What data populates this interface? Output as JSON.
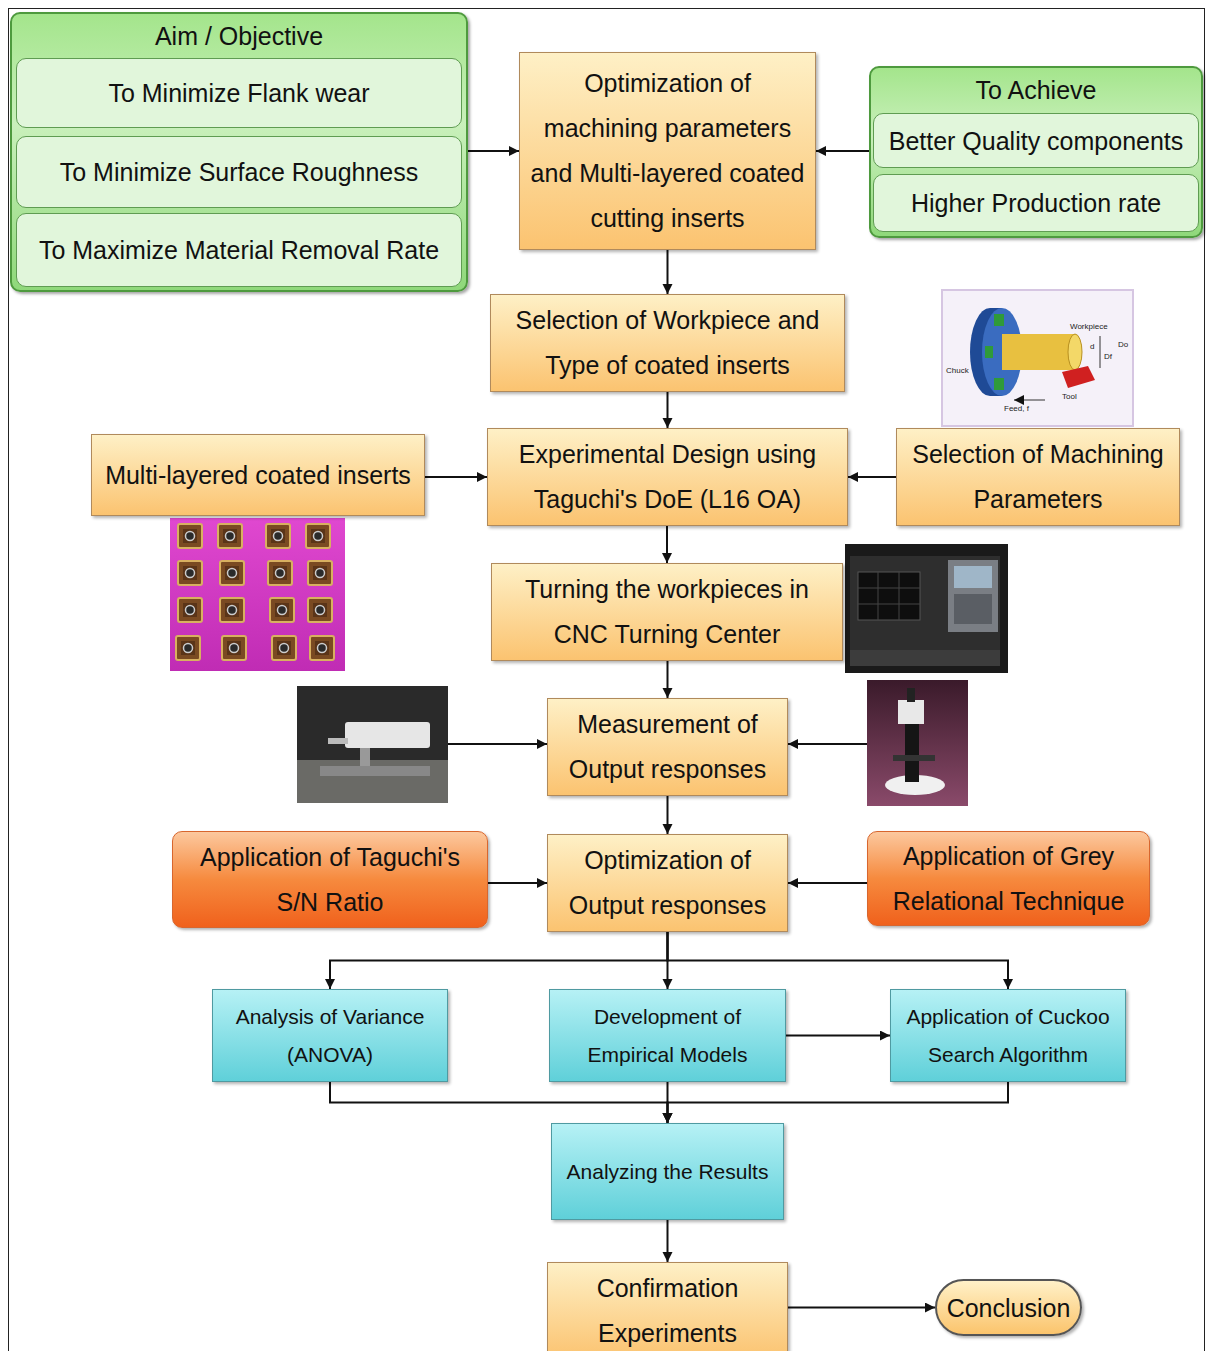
{
  "diagram": {
    "nodes": [
      {
        "text": [
          "Aim / Objective"
        ]
      },
      {
        "text": [
          "To Minimize Flank wear"
        ],
        "in": 0
      },
      {
        "text": [
          "To Minimize Surface Roughness"
        ],
        "in": 0
      },
      {
        "text": [
          "To Maximize Material Removal Rate"
        ],
        "in": 0
      },
      {
        "text": [
          "Optimization of machining parameters and Multi-layered coated cutting inserts"
        ]
      },
      {
        "text": [
          "To Achieve"
        ]
      },
      {
        "text": [
          "Better Quality components"
        ],
        "in": 5
      },
      {
        "text": [
          "Higher Production rate"
        ],
        "in": 5
      },
      {
        "text": [
          "Selection of Workpiece and Type of coated inserts"
        ]
      },
      {
        "text": [
          "Multi-layered coated inserts"
        ]
      },
      {
        "text": [
          "Experimental Design using Taguchi's DoE (L16 OA)"
        ]
      },
      {
        "text": [
          "Selection of Machining Parameters"
        ]
      },
      {
        "text": [
          "Turning the workpieces in CNC Turning Center"
        ]
      },
      {
        "text": [
          "Measurement of Output responses"
        ]
      },
      {
        "text": [
          "Application of Taguchi's S/N Ratio"
        ]
      },
      {
        "text": [
          "Optimization of Output responses"
        ]
      },
      {
        "text": [
          "Application of Grey Relational Technique"
        ]
      },
      {
        "text": [
          "Analysis of Variance (ANOVA)"
        ]
      },
      {
        "text": [
          "Development of Empirical Models"
        ]
      },
      {
        "text": [
          "Application of Cuckoo Search Algorithm"
        ]
      },
      {
        "text": [
          "Analyzing the Results"
        ]
      },
      {
        "text": [
          "Confirmation Experiments"
        ]
      },
      {
        "text": [
          "Conclusion"
        ]
      }
    ],
    "edges": [
      {
        "from": 0,
        "to": 4,
        "arrow": "to"
      },
      {
        "from": 5,
        "to": 4,
        "arrow": "to"
      },
      {
        "from": 4,
        "to": 8,
        "arrow": "to"
      },
      {
        "from": 8,
        "to": 10,
        "arrow": "to"
      },
      {
        "from": 9,
        "to": 10,
        "arrow": "to"
      },
      {
        "from": 11,
        "to": 10,
        "arrow": "to"
      },
      {
        "from": 10,
        "to": 12,
        "arrow": "to"
      },
      {
        "from": 12,
        "to": 13,
        "arrow": "to"
      },
      {
        "from": 13,
        "to": 15,
        "arrow": "to"
      },
      {
        "from": 14,
        "to": 15,
        "arrow": "to"
      },
      {
        "from": 16,
        "to": 15,
        "arrow": "to"
      },
      {
        "from": 15,
        "to": 17,
        "arrow": "to"
      },
      {
        "from": 15,
        "to": 18,
        "arrow": "to"
      },
      {
        "from": 15,
        "to": 19,
        "arrow": "to"
      },
      {
        "from": 18,
        "to": 19,
        "arrow": "to"
      },
      {
        "from": 17,
        "to": 20,
        "arrow": "to"
      },
      {
        "from": 18,
        "to": 20,
        "arrow": "to"
      },
      {
        "from": 19,
        "to": 20,
        "arrow": "to"
      },
      {
        "from": 20,
        "to": 21,
        "arrow": "to"
      },
      {
        "from": 21,
        "to": 22,
        "arrow": "to"
      }
    ],
    "labels": [
      "Workpiece",
      "Chuck",
      "Tool",
      "Feed, f",
      "d",
      "Df",
      "Do"
    ]
  }
}
